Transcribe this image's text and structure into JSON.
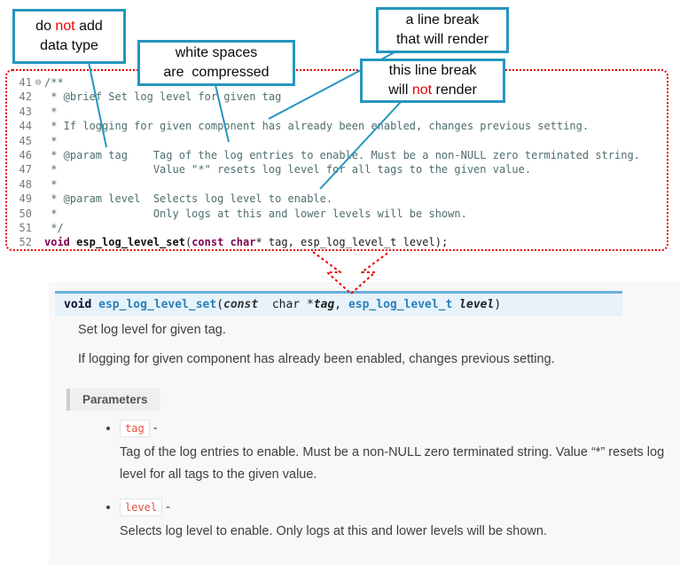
{
  "colors": {
    "callout_border": "#2596be",
    "dotted_box_red": "#e60000",
    "sig_top_border": "#6ab0de",
    "sig_background": "#e7f2fa",
    "literal_red": "#e74c3c",
    "keyword_purple": "#7f0055",
    "comment_teal": "#4e6e6e"
  },
  "callouts": {
    "box1": {
      "l1a": "do ",
      "l1b": "not",
      "l1c": " add",
      "l2": "data type"
    },
    "box2": {
      "l1": "white spaces",
      "l2": "are  compressed"
    },
    "box3": {
      "l1": "a line break",
      "l2": "that will render"
    },
    "box4": {
      "l1": "this line break",
      "l2a": "will ",
      "l2b": "not",
      "l2c": " render"
    }
  },
  "code": {
    "lines": [
      {
        "num": "41",
        "fold": "⊖",
        "segs": [
          {
            "t": "/**",
            "c": "comment"
          }
        ]
      },
      {
        "num": "42",
        "fold": "",
        "segs": [
          {
            "t": " * @brief Set log level for given tag",
            "c": "comment"
          }
        ]
      },
      {
        "num": "43",
        "fold": "",
        "segs": [
          {
            "t": " *",
            "c": "comment"
          }
        ]
      },
      {
        "num": "44",
        "fold": "",
        "segs": [
          {
            "t": " * If logging for given component has already been enabled, changes previous setting.",
            "c": "comment"
          }
        ]
      },
      {
        "num": "45",
        "fold": "",
        "segs": [
          {
            "t": " *",
            "c": "comment"
          }
        ]
      },
      {
        "num": "46",
        "fold": "",
        "segs": [
          {
            "t": " * @param tag    Tag of the log entries to enable. Must be a non-NULL zero terminated string.",
            "c": "comment"
          }
        ]
      },
      {
        "num": "47",
        "fold": "",
        "segs": [
          {
            "t": " *               Value \"*\" resets log level for all tags to the given value.",
            "c": "comment"
          }
        ]
      },
      {
        "num": "48",
        "fold": "",
        "segs": [
          {
            "t": " *",
            "c": "comment"
          }
        ]
      },
      {
        "num": "49",
        "fold": "",
        "segs": [
          {
            "t": " * @param level  Selects log level to enable.",
            "c": "comment"
          }
        ]
      },
      {
        "num": "50",
        "fold": "",
        "segs": [
          {
            "t": " *               Only logs at this and lower levels will be shown.",
            "c": "comment"
          }
        ]
      },
      {
        "num": "51",
        "fold": "",
        "segs": [
          {
            "t": " */",
            "c": "comment"
          }
        ]
      },
      {
        "num": "52",
        "fold": "",
        "segs": [
          {
            "t": "void",
            "c": "kw"
          },
          {
            "t": " ",
            "c": "plain"
          },
          {
            "t": "esp_log_level_set",
            "c": "fn"
          },
          {
            "t": "(",
            "c": "plain"
          },
          {
            "t": "const",
            "c": "kw"
          },
          {
            "t": " ",
            "c": "plain"
          },
          {
            "t": "char",
            "c": "kw"
          },
          {
            "t": "* tag, esp_log_level_t level);",
            "c": "plain"
          }
        ]
      }
    ]
  },
  "docs": {
    "signature": {
      "ret": "void ",
      "name": "esp_log_level_set",
      "open": "(",
      "kw_const": "const ",
      "type_char": " char *",
      "arg1": "tag",
      "comma": ", ",
      "type2": "esp_log_level_t ",
      "arg2": "level",
      "close": ")"
    },
    "p1": "Set log level for given tag.",
    "p2": "If logging for given component has already been enabled, changes previous setting.",
    "params_label": "Parameters",
    "bullets": [
      {
        "code": "tag",
        "dash": " - ",
        "desc": "Tag of the log entries to enable. Must be a non-NULL zero terminated string. Value “*” resets log level for all tags to the given value."
      },
      {
        "code": "level",
        "dash": " - ",
        "desc": "Selects log level to enable. Only logs at this and lower levels will be shown."
      }
    ]
  }
}
